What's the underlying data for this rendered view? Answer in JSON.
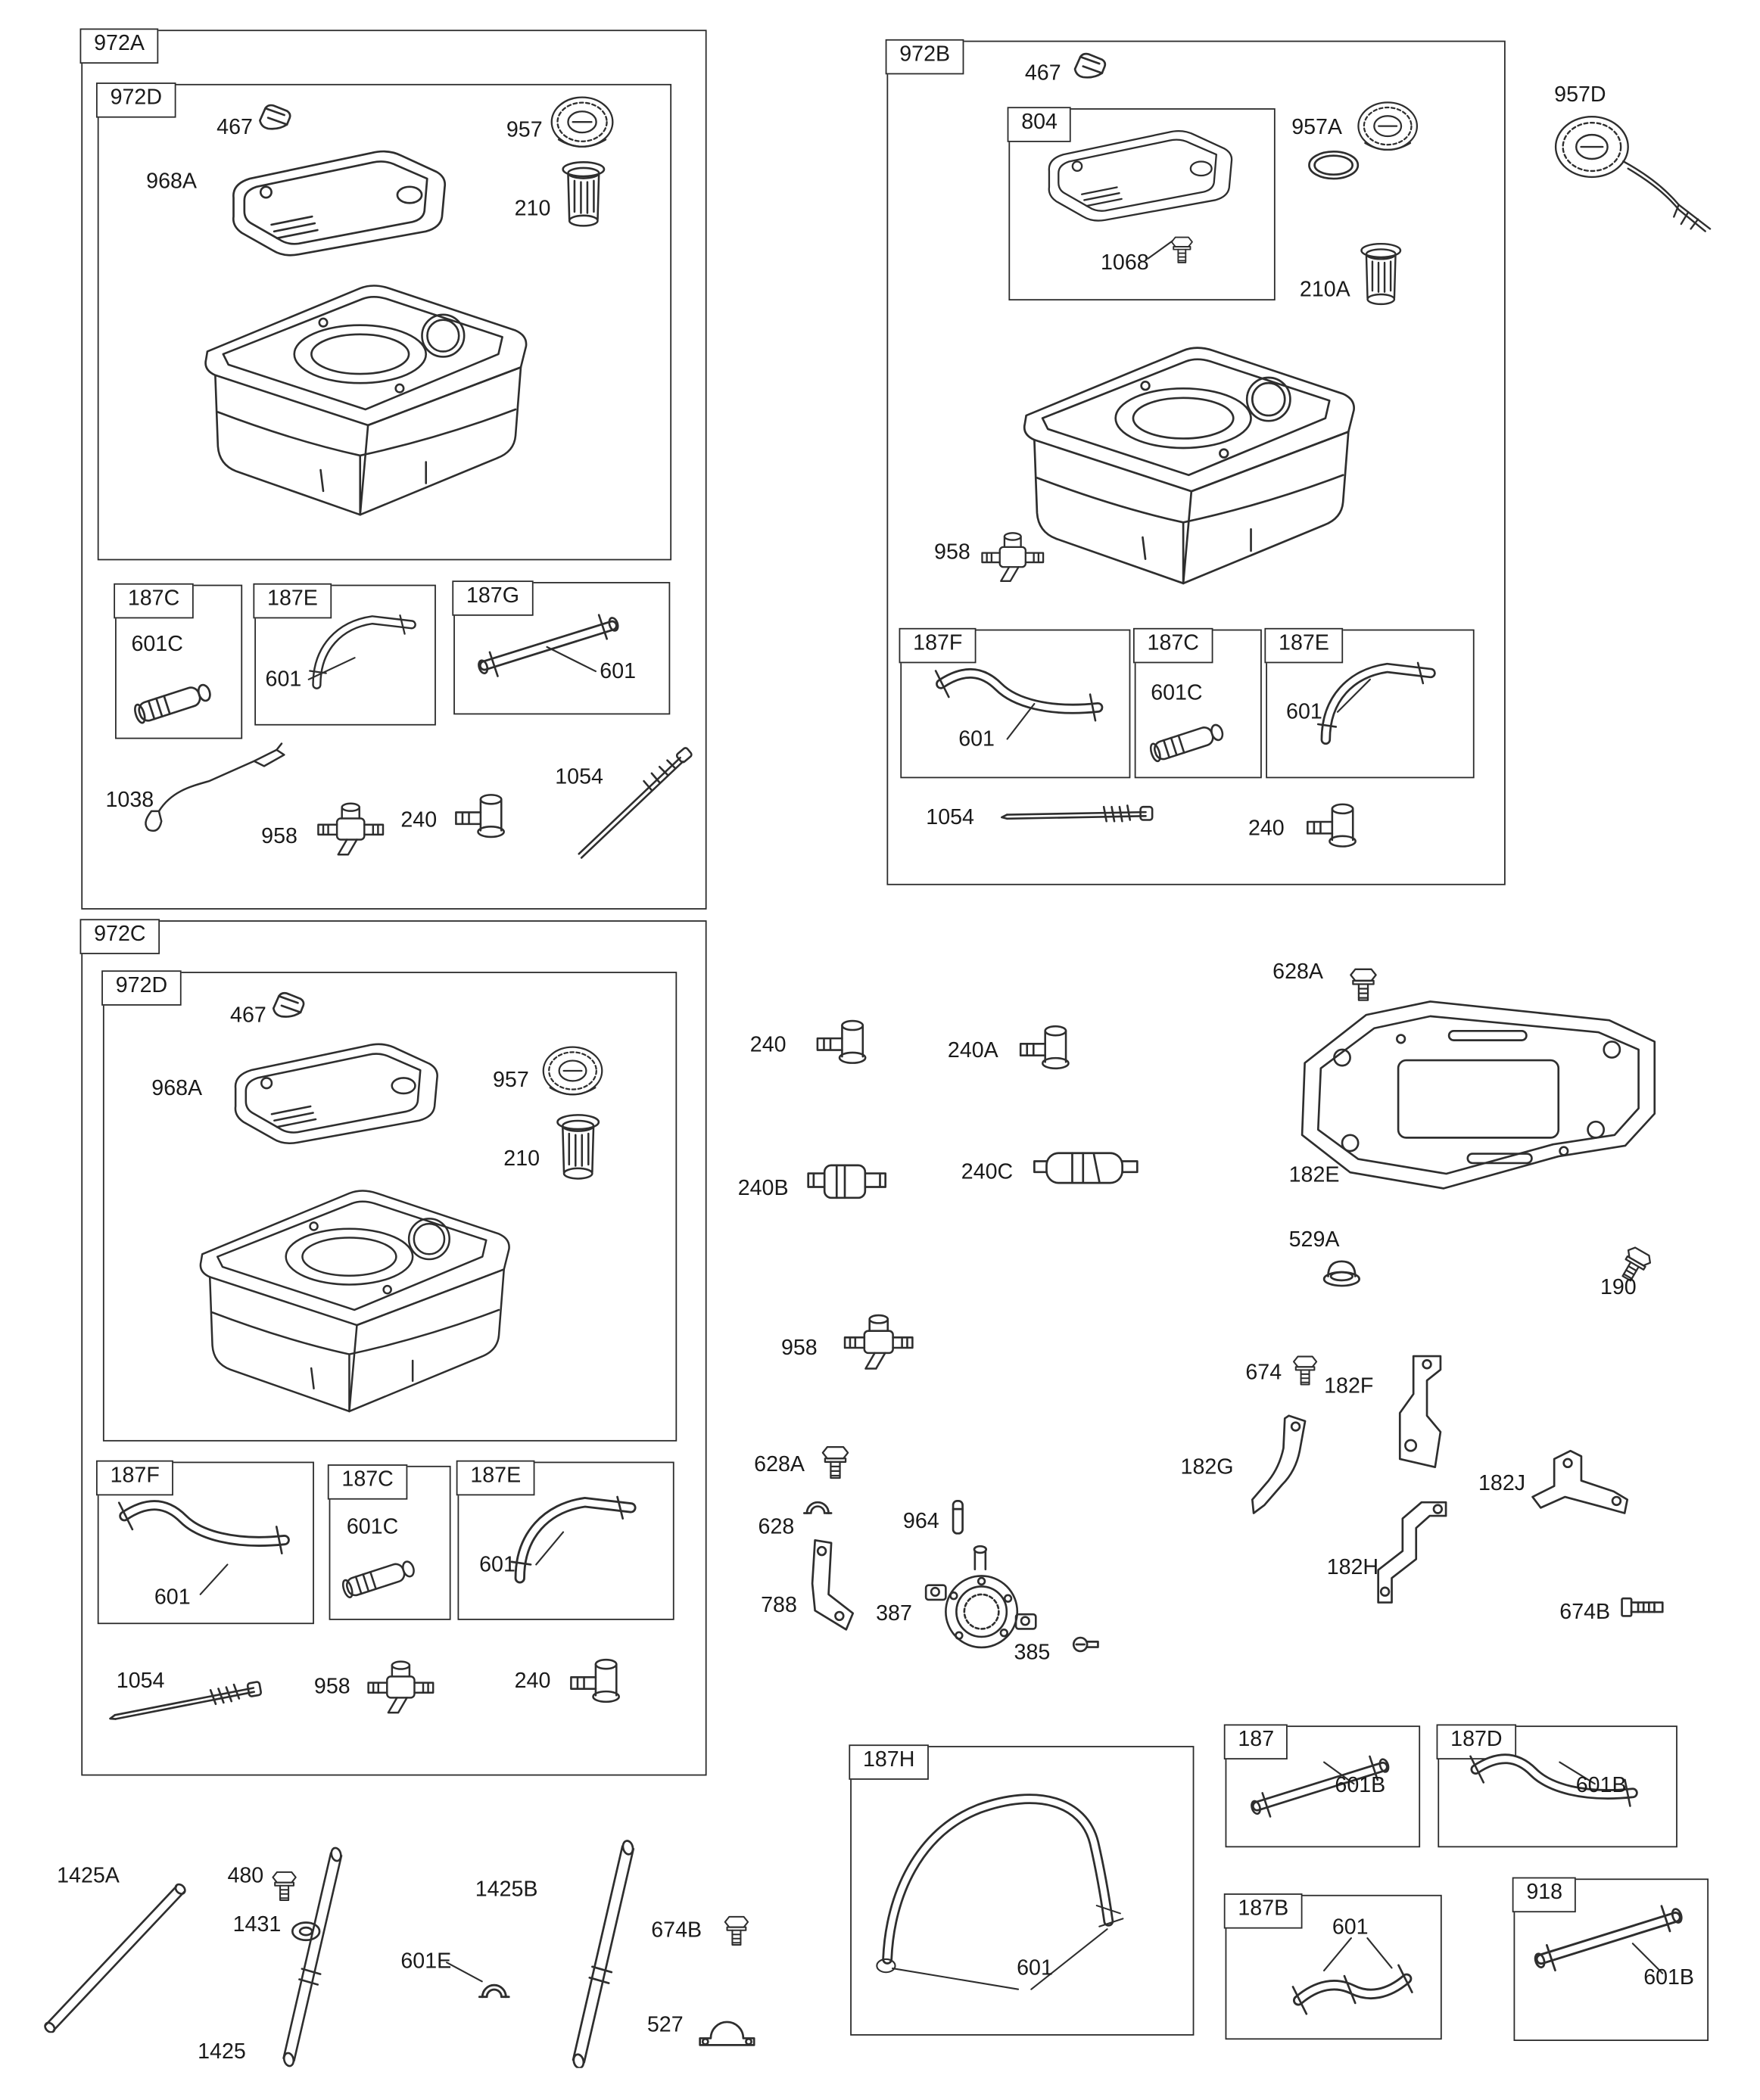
{
  "page": {
    "background": "#ffffff",
    "ink": "#2e2e2e"
  },
  "sections": {
    "s972A": {
      "tag": "972A",
      "inner972D": {
        "tag": "972D",
        "cap_small": "467",
        "fuel_cap": "957",
        "tank_lid": "968A",
        "filter_cup": "210"
      },
      "box187C": {
        "tag": "187C",
        "fitting": "601C"
      },
      "box187E": {
        "tag": "187E",
        "hose": "601"
      },
      "box187G": {
        "tag": "187G",
        "hose": "601"
      },
      "loose": {
        "wire": "1038",
        "valve": "958",
        "elbow": "240",
        "rod": "1054"
      }
    },
    "s972B": {
      "tag": "972B",
      "cap_small": "467",
      "box804": {
        "tag": "804",
        "fastener": "1068"
      },
      "fuel_cap": "957A",
      "filter_cup": "210A",
      "valve": "958",
      "box187F": {
        "tag": "187F",
        "hose": "601"
      },
      "box187C": {
        "tag": "187C",
        "fitting": "601C"
      },
      "box187E": {
        "tag": "187E",
        "hose": "601"
      },
      "loose": {
        "rod": "1054",
        "elbow": "240"
      }
    },
    "capLanyard": {
      "label": "957D"
    },
    "s972C": {
      "tag": "972C",
      "inner972D": {
        "tag": "972D",
        "cap_small": "467",
        "fuel_cap": "957",
        "tank_lid": "968A",
        "filter_cup": "210"
      },
      "box187F": {
        "tag": "187F",
        "hose": "601"
      },
      "box187C": {
        "tag": "187C",
        "fitting": "601C"
      },
      "box187E": {
        "tag": "187E",
        "hose": "601"
      },
      "loose": {
        "rod": "1054",
        "valve": "958",
        "elbow": "240"
      }
    },
    "center": {
      "elbow": "240",
      "elbow_a": "240A",
      "filter_inline": "240B",
      "filter_canister": "240C",
      "valve": "958",
      "bolt": "628A",
      "clip": "628",
      "pin": "964",
      "bracket": "788",
      "pump": "387",
      "screw": "385"
    },
    "right": {
      "bolt": "628A",
      "base_bracket": "182E",
      "grommet": "529A",
      "screw": "190",
      "bolt_small": "674",
      "bracket_f": "182F",
      "bracket_g": "182G",
      "bracket_j": "182J",
      "bracket_h": "182H",
      "bolt_b": "674B"
    },
    "bottom": {
      "tube_a": "1425A",
      "bolt": "480",
      "washer": "1431",
      "tube": "1425",
      "hose_clamp": "601E",
      "tube_b": "1425B",
      "bolt_b": "674B",
      "clamp": "527"
    },
    "box187H": {
      "tag": "187H",
      "hose": "601"
    },
    "box187": {
      "tag": "187",
      "hose": "601B"
    },
    "box187D": {
      "tag": "187D",
      "hose": "601B"
    },
    "box187B": {
      "tag": "187B",
      "hose": "601"
    },
    "box918": {
      "tag": "918",
      "hose": "601B"
    }
  }
}
